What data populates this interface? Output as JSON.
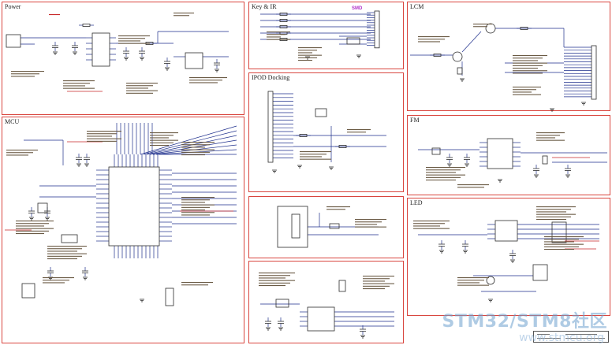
{
  "panels": {
    "power": {
      "title": "Power"
    },
    "key_ir": {
      "title": "Key & IR",
      "tag": "SMD"
    },
    "lcm": {
      "title": "LCM"
    },
    "ipod": {
      "title": "IPOD Docking"
    },
    "mcu": {
      "title": "MCU"
    },
    "fm": {
      "title": "FM"
    },
    "led": {
      "title": "LED"
    }
  },
  "watermark": {
    "logo": "STM32/STM8社区",
    "url": "www.stmcu.org"
  },
  "colors": {
    "border": "#d9463f",
    "wire": "#1d2e8c",
    "component": "#2c2c2c",
    "part_text": "#4a3a2a",
    "highlight": "#c8282a",
    "accent": "#b030c8"
  }
}
